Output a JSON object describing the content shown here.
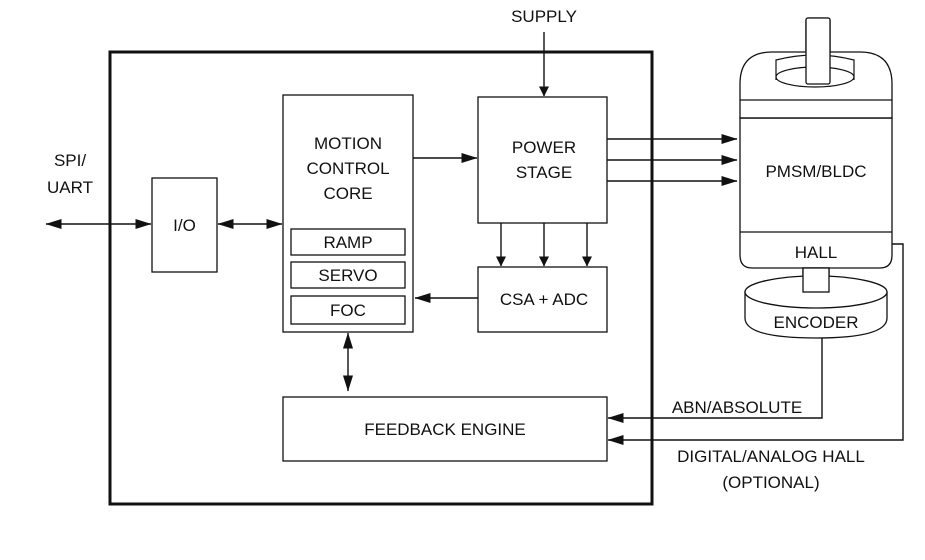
{
  "labels": {
    "supply": "SUPPLY",
    "spi": "SPI/",
    "uart": "UART",
    "io": "I/O",
    "motion_core_line1": "MOTION",
    "motion_core_line2": "CONTROL",
    "motion_core_line3": "CORE",
    "ramp": "RAMP",
    "servo": "SERVO",
    "foc": "FOC",
    "power_stage_line1": "POWER",
    "power_stage_line2": "STAGE",
    "csa_adc": "CSA + ADC",
    "feedback_engine": "FEEDBACK ENGINE",
    "motor": "PMSM/BLDC",
    "hall": "HALL",
    "encoder": "ENCODER",
    "abn_absolute": "ABN/ABSOLUTE",
    "digital_analog_hall": "DIGITAL/ANALOG HALL",
    "optional": "(OPTIONAL)"
  }
}
